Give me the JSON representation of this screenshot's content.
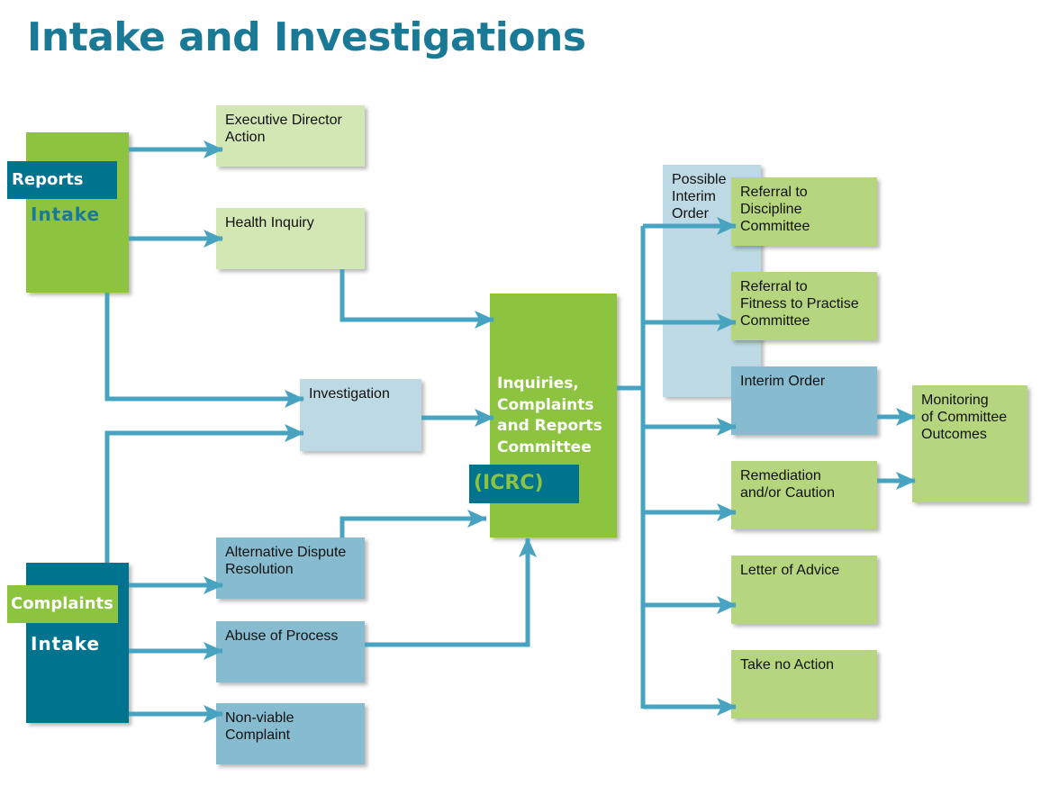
{
  "title": "Intake and Investigations",
  "reports_intake": {
    "badge": "Reports",
    "label": "Intake"
  },
  "complaints_intake": {
    "badge": "Complaints",
    "label": "Intake"
  },
  "nodes": {
    "executive_director_action": "Executive Director\nAction",
    "health_inquiry": "Health Inquiry",
    "investigation": "Investigation",
    "alternative_dispute_resolution": "Alternative Dispute\nResolution",
    "abuse_of_process": "Abuse of Process",
    "non_viable_complaint": "Non-viable\nComplaint",
    "possible_interim_order": "Possible\nInterim\nOrder",
    "referral_to_discipline": "Referral to\nDiscipline\nCommittee",
    "referral_to_fitness": "Referral to\nFitness to Practise\nCommittee",
    "interim_order": "Interim Order",
    "remediation_caution": "Remediation\nand/or Caution",
    "letter_of_advice": "Letter of Advice",
    "take_no_action": "Take no Action",
    "monitoring": "Monitoring\nof Committee\nOutcomes"
  },
  "icrc": {
    "name": "Inquiries,\nComplaints\nand Reports\nCommittee",
    "abbr": "(ICRC)"
  },
  "colors": {
    "title": "#1a7a96",
    "arrow": "#47a3c0",
    "green": "#8cc43f",
    "teal": "#00738f",
    "light_green": "#d3e7b4",
    "mid_green": "#b5d67e",
    "light_blue": "#bcd9e4",
    "mid_blue": "#86bbd0"
  }
}
